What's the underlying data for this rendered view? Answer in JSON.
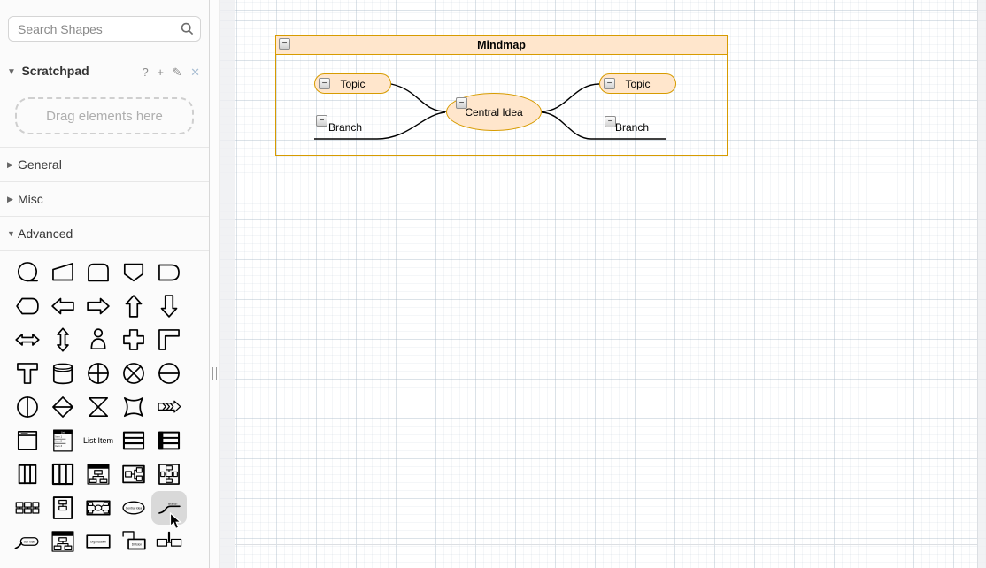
{
  "sidebar": {
    "search": {
      "placeholder": "Search Shapes"
    },
    "scratchpad": {
      "label": "Scratchpad",
      "drop_hint": "Drag elements here",
      "actions": [
        {
          "name": "help",
          "glyph": "?"
        },
        {
          "name": "add",
          "glyph": "+"
        },
        {
          "name": "edit",
          "glyph": "✎"
        },
        {
          "name": "close",
          "glyph": "✕"
        }
      ]
    },
    "icons": {
      "collapsed": "▶",
      "expanded": "▼"
    },
    "sections": [
      {
        "label": "General",
        "expanded": false
      },
      {
        "label": "Misc",
        "expanded": false
      },
      {
        "label": "Advanced",
        "expanded": true
      }
    ],
    "palette": [
      {
        "name": "tape-data",
        "glyph": "tape_data"
      },
      {
        "name": "manual-input",
        "glyph": "manual_input"
      },
      {
        "name": "loop-limit",
        "glyph": "loop_limit"
      },
      {
        "name": "off-page-connector",
        "glyph": "off_page"
      },
      {
        "name": "delay",
        "glyph": "delay"
      },
      {
        "name": "display",
        "glyph": "display"
      },
      {
        "name": "arrow-left",
        "glyph": "arrow_left"
      },
      {
        "name": "arrow-right",
        "glyph": "arrow_right"
      },
      {
        "name": "arrow-up",
        "glyph": "arrow_up"
      },
      {
        "name": "arrow-down",
        "glyph": "arrow_down"
      },
      {
        "name": "arrow-left-right",
        "glyph": "arrow_lr"
      },
      {
        "name": "arrow-up-down",
        "glyph": "arrow_ud"
      },
      {
        "name": "user",
        "glyph": "user"
      },
      {
        "name": "cross",
        "glyph": "cross"
      },
      {
        "name": "corner",
        "glyph": "corner"
      },
      {
        "name": "tee",
        "glyph": "tee"
      },
      {
        "name": "data-store",
        "glyph": "data_store"
      },
      {
        "name": "or-junction",
        "glyph": "or_junction"
      },
      {
        "name": "summing-junction",
        "glyph": "summing"
      },
      {
        "name": "circle-divided-horizontal",
        "glyph": "circle_h"
      },
      {
        "name": "circle-divided-vertical",
        "glyph": "circle_v"
      },
      {
        "name": "diamond-divided",
        "glyph": "diamond_h"
      },
      {
        "name": "sort",
        "glyph": "hourglass"
      },
      {
        "name": "switch",
        "glyph": "switch"
      },
      {
        "name": "segmented-arrow",
        "glyph": "seg_arrow"
      },
      {
        "name": "window",
        "glyph": "window"
      },
      {
        "name": "list",
        "glyph": "list",
        "label": "List",
        "items": [
          "Item 1",
          "Item 2",
          "Item 3"
        ]
      },
      {
        "name": "list-item",
        "glyph": "text",
        "label": "List Item"
      },
      {
        "name": "table-rows",
        "glyph": "hrule_table"
      },
      {
        "name": "table-striped",
        "glyph": "striped_table"
      },
      {
        "name": "pool-vertical",
        "glyph": "pool3"
      },
      {
        "name": "pool-vertical-bold",
        "glyph": "pool3b"
      },
      {
        "name": "org-tree",
        "glyph": "org_tree"
      },
      {
        "name": "tree-horizontal",
        "glyph": "tree_h"
      },
      {
        "name": "tree-cross",
        "glyph": "tree_cross"
      },
      {
        "name": "tree-multi",
        "glyph": "tree_multi"
      },
      {
        "name": "vertical-tree-container",
        "glyph": "vtree"
      },
      {
        "name": "mindmap",
        "glyph": "mindmap_prev"
      },
      {
        "name": "central-idea",
        "glyph": "central_idea",
        "label": "Central Idea"
      },
      {
        "name": "branch",
        "glyph": "branch",
        "label": "Branch",
        "hovered": true
      },
      {
        "name": "sub-topic",
        "glyph": "sub_topic",
        "label": "Sub Topic"
      },
      {
        "name": "org-chart",
        "glyph": "org_tree"
      },
      {
        "name": "organization",
        "glyph": "organization",
        "label": "Organization"
      },
      {
        "name": "division",
        "glyph": "division",
        "label": "Division"
      },
      {
        "name": "sub-sections",
        "glyph": "sub_sections"
      }
    ]
  },
  "canvas": {
    "icons": {
      "collapse": "−"
    },
    "colors": {
      "node_fill": "#FFE6CC",
      "node_stroke": "#D79B00",
      "edge": "#000000"
    },
    "container": {
      "title": "Mindmap"
    },
    "nodes": [
      {
        "id": "topic-left",
        "label": "Topic"
      },
      {
        "id": "central-idea",
        "label": "Central Idea"
      },
      {
        "id": "topic-right",
        "label": "Topic"
      },
      {
        "id": "branch-left",
        "label": "Branch"
      },
      {
        "id": "branch-right",
        "label": "Branch"
      }
    ]
  }
}
